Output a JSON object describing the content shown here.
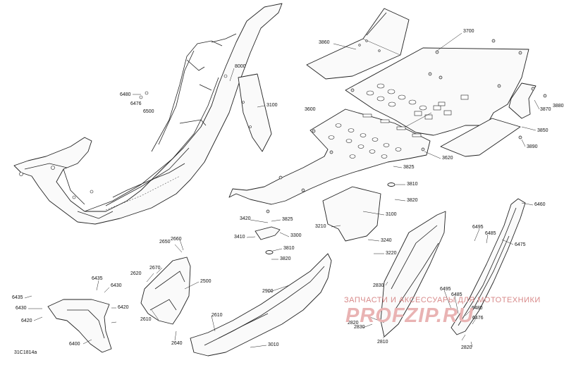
{
  "diagram": {
    "reference_code": "31C1814a",
    "watermark_line1": "ЗАПЧАСТИ И АКСЕССУАРЫ ДЛЯ МОТОТЕХНИКИ",
    "watermark_line2": "PROFZIP.RU",
    "part_numbers": [
      "8000",
      "6480",
      "6476",
      "6500",
      "3100",
      "3860",
      "3700",
      "3870",
      "3880",
      "3850",
      "3890",
      "3600",
      "3620",
      "3825",
      "3810",
      "3820",
      "3420",
      "3825",
      "3410",
      "3300",
      "3810",
      "3820",
      "3210",
      "3100",
      "3240",
      "3220",
      "2650",
      "2660",
      "2670",
      "2620",
      "2500",
      "2610",
      "2610",
      "2640",
      "2900",
      "3010",
      "6435",
      "6430",
      "6435",
      "6430",
      "6420",
      "6420",
      "6400",
      "2830",
      "2830",
      "2820",
      "2810",
      "6495",
      "6485",
      "6475",
      "6460",
      "6495",
      "6485",
      "6480",
      "6476",
      "2820"
    ]
  }
}
